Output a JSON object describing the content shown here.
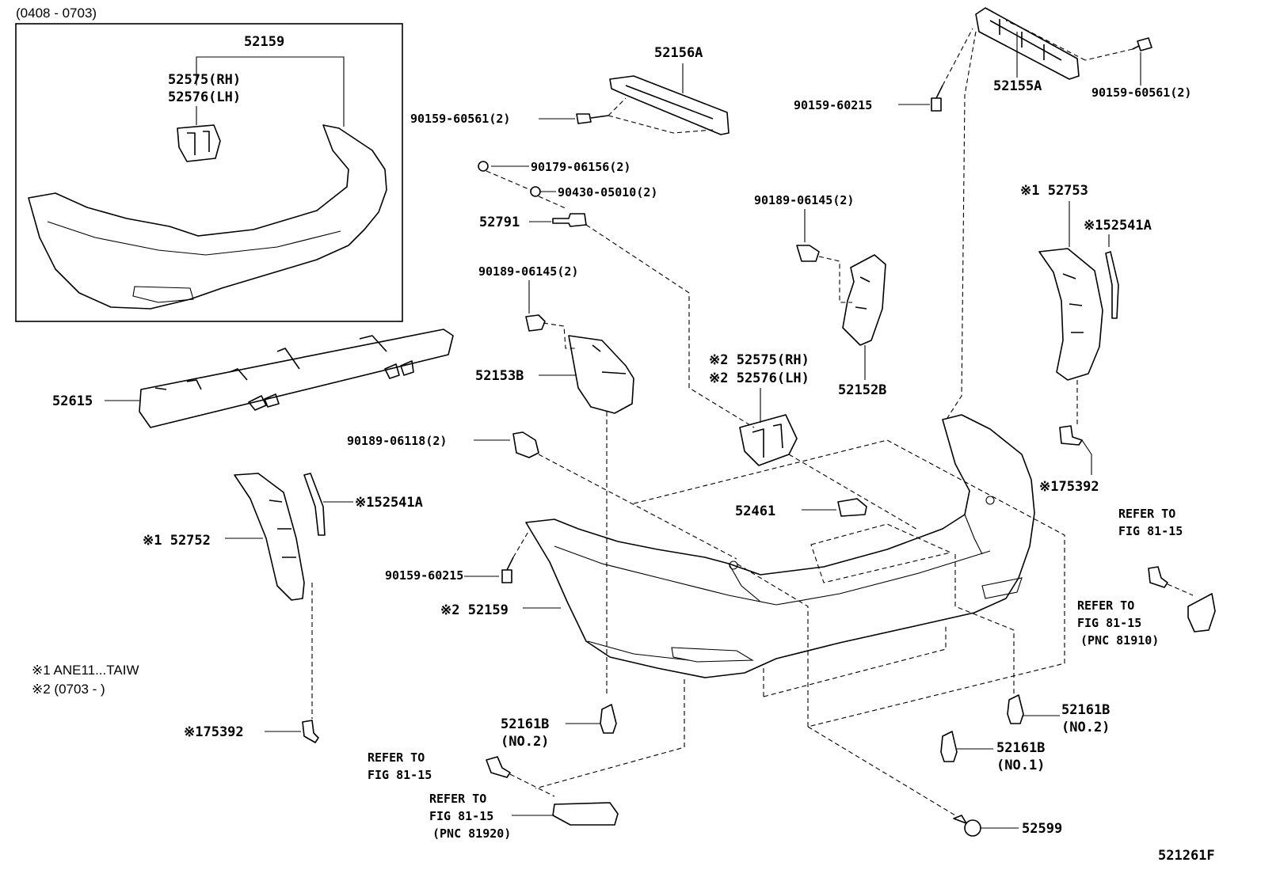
{
  "inset": {
    "range": "(0408 - 0703)",
    "assembly": "52159",
    "bracket_rh": "52575(RH)",
    "bracket_lh": "52576(LH)"
  },
  "labels": {
    "p52156A": "52156A",
    "p52155A": "52155A",
    "p90159_60561_a": "90159-60561(2)",
    "p90159_60561_b": "90159-60561(2)",
    "p90159_60215_a": "90159-60215",
    "p90159_60215_b": "90159-60215",
    "p90179": "90179-06156(2)",
    "p90430": "90430-05010(2)",
    "p52791": "52791",
    "p90189_06145_a": "90189-06145(2)",
    "p90189_06145_b": "90189-06145(2)",
    "p52153B": "52153B",
    "p52152B": "52152B",
    "p52575": "※2 52575(RH)",
    "p52576": "※2 52576(LH)",
    "p52753": "※1 52753",
    "p52541A_r": "※152541A",
    "p52541A_l": "※152541A",
    "p52615": "52615",
    "p90189_06118": "90189-06118(2)",
    "p52752": "※1 52752",
    "p52461": "52461",
    "p175392_r": "※175392",
    "p175392_l": "※175392",
    "p52159": "※2 52159",
    "p52161B_no2_l": "52161B",
    "p52161B_no2_l_sub": "(NO.2)",
    "p52161B_no2_r": "52161B",
    "p52161B_no2_r_sub": "(NO.2)",
    "p52161B_no1": "52161B",
    "p52161B_no1_sub": "(NO.1)",
    "p52599": "52599",
    "ref_top_r_1": "REFER TO",
    "ref_top_r_2": "FIG 81-15",
    "ref_mid_r_1": "REFER TO",
    "ref_mid_r_2": "FIG 81-15",
    "ref_mid_r_3": "(PNC 81910)",
    "ref_bl_1": "REFER TO",
    "ref_bl_2": "FIG 81-15",
    "ref_bc_1": "REFER TO",
    "ref_bc_2": "FIG 81-15",
    "ref_bc_3": "(PNC 81920)"
  },
  "notes": {
    "n1": "※1 ANE11...TAIW",
    "n2": "※2 (0703 -        )"
  },
  "figure_code": "521261F"
}
